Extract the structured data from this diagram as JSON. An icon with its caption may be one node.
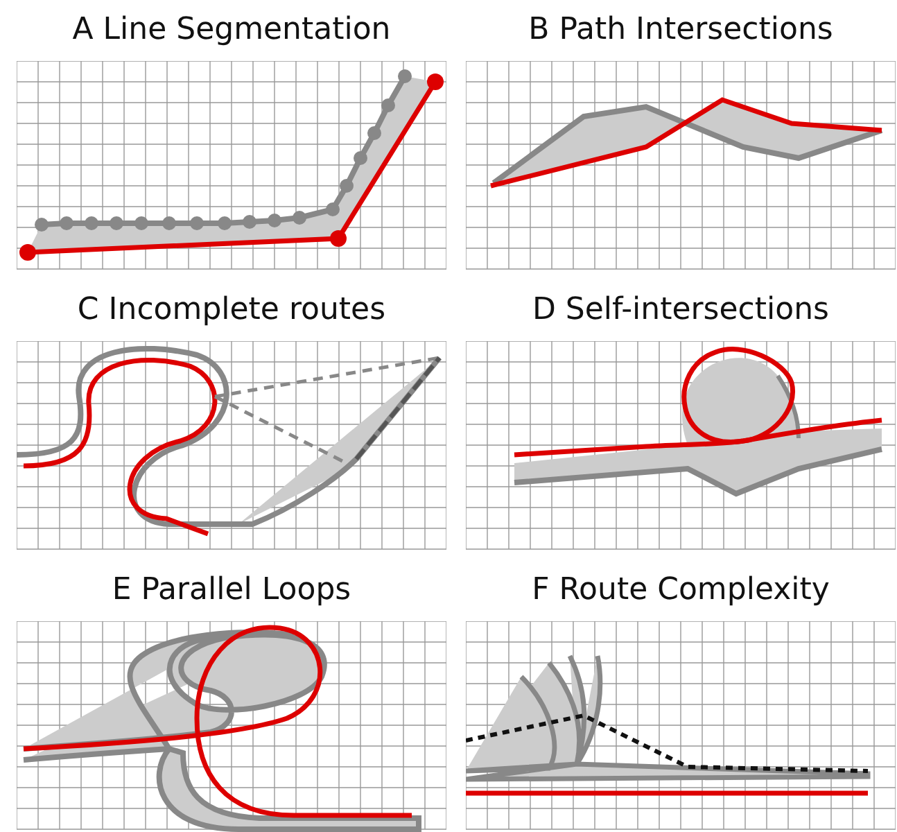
{
  "diagram": {
    "labels": [
      "A Line Segmentation",
      "B Path Intersections",
      "C Incomplete routes",
      "D Self-intersections",
      "E Parallel Loops",
      "F Route Complexity"
    ]
  }
}
